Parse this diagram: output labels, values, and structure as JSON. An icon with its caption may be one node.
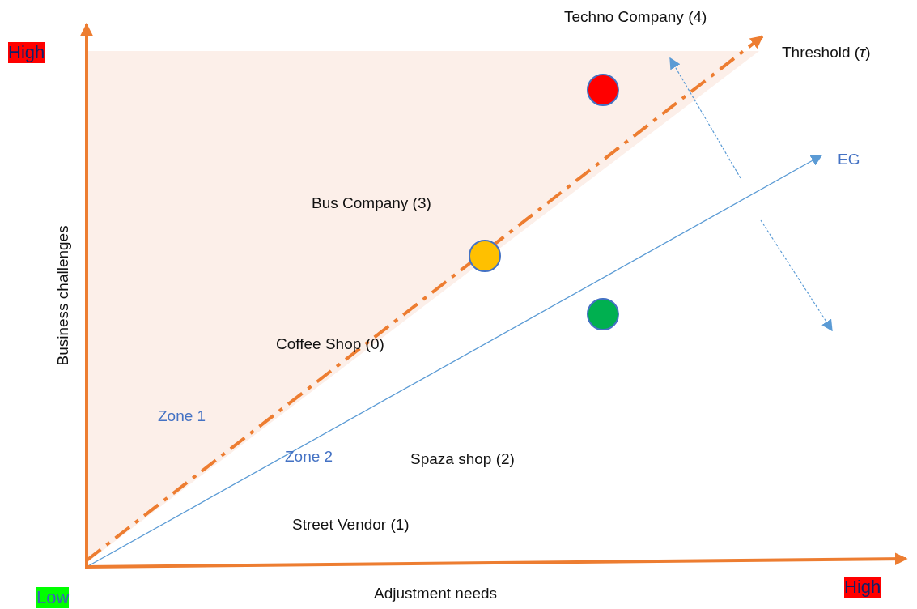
{
  "diagram": {
    "labels": [
      "High",
      "Techno Company (4)",
      "Threshold (*τ*)",
      "EG",
      "Bus Company (3)",
      "Business challenges",
      "Coffee Shop (0)",
      "Zone 1",
      "Zone 2",
      "Spaza shop (2)",
      "Street Vendor (1)",
      "Low",
      "Adjustment needs",
      "High"
    ]
  }
}
